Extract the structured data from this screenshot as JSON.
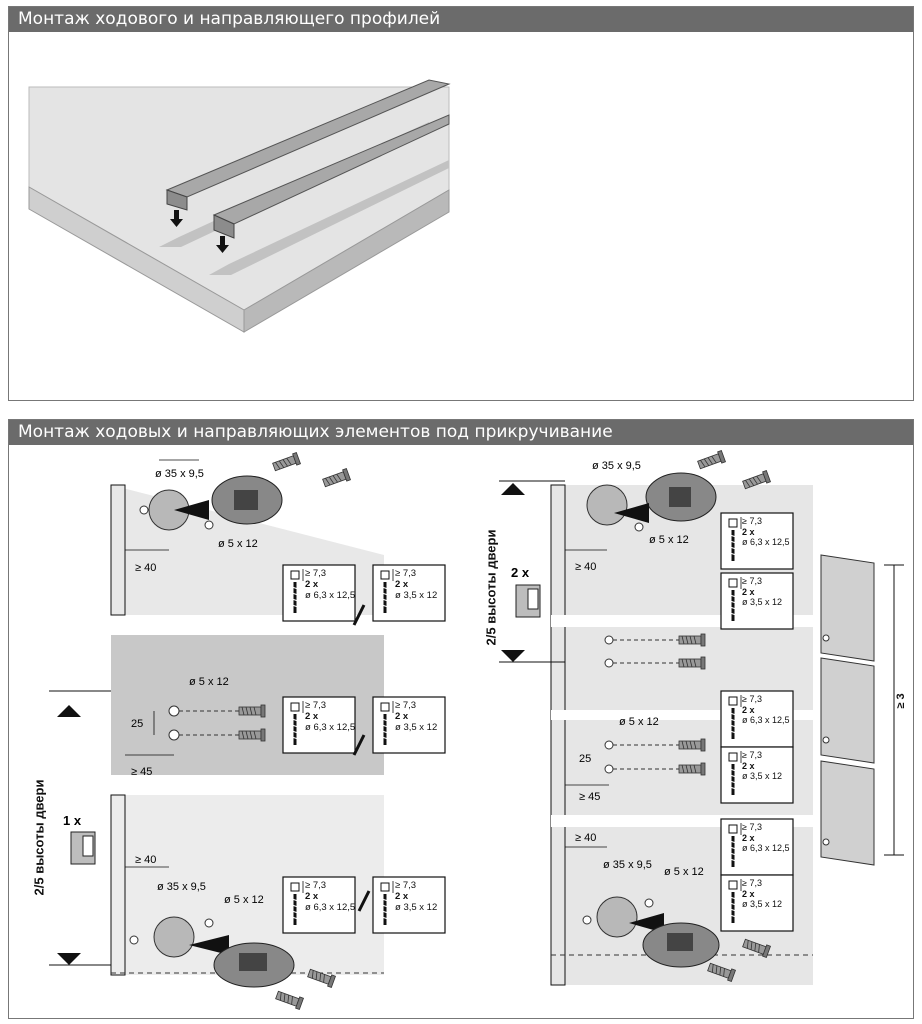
{
  "section1": {
    "title": "Монтаж ходового и направляющего профилей"
  },
  "section2": {
    "title": "Монтаж ходовых и направляющих элементов под прикручивание"
  },
  "labels": {
    "hole_large": "ø 35 x 9,5",
    "hole_small": "ø 5 x 12",
    "min40": "≥ 40",
    "min45": "≥ 45",
    "dist25": "25",
    "door_height_fraction": "2/5 высоты двери",
    "qty_one": "1 x",
    "qty_two": "2 x",
    "min3": "≥ 3"
  },
  "screw_boxes": {
    "big": {
      "depth": "≥ 7,3",
      "qty": "2 x",
      "size": "ø 6,3 x 12,5"
    },
    "small": {
      "depth": "≥ 7,3",
      "qty": "2 x",
      "size": "ø 3,5 x 12"
    }
  },
  "colors": {
    "header": "#6b6b6b",
    "panel_gray": "#c8c8c8",
    "board_light": "#e6e6e6",
    "rail": "#a4a4a4",
    "part_dark": "#7d7d7d"
  }
}
